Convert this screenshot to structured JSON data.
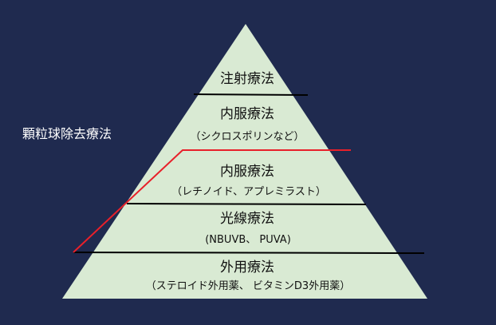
{
  "diagram": {
    "side_label": "顆粒球除去療法",
    "tiers": [
      {
        "name": "注射療法",
        "note": ""
      },
      {
        "name": "内服療法",
        "note": "（シクロスポリンなど）"
      },
      {
        "name": "内服療法",
        "note": "（レチノイド、アプレミラスト）"
      },
      {
        "name": "光線療法",
        "note": "(NBUVB、 PUVA)"
      },
      {
        "name": "外用療法",
        "note": "（ステロイド外用薬、 ビタミンD3外用薬）"
      }
    ]
  },
  "colors": {
    "background": "#1f2a4f",
    "pyramid_fill": "#d9ead3",
    "divider": "#000000",
    "bracket": "#e8202a",
    "side_label_text": "#ffffff"
  }
}
